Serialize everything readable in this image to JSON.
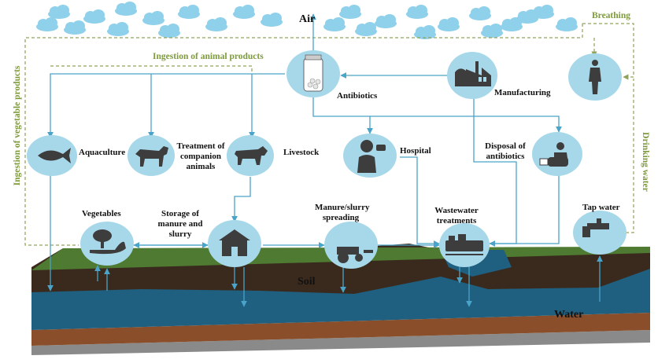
{
  "nodes": {
    "air": "Air",
    "antibiotics": "Antibiotics",
    "manufacturing": "Manufacturing",
    "aquaculture": "Aquaculture",
    "companion": "Treatment of companion animals",
    "livestock": "Livestock",
    "hospital": "Hospital",
    "disposal": "Disposal of antibiotics",
    "vegetables": "Vegetables",
    "storage": "Storage of manure and slurry",
    "manure_spreading": "Manure/slurry spreading",
    "wastewater": "Wastewater treatments",
    "tap_water": "Tap water",
    "soil": "Soil",
    "water": "Water"
  },
  "pathways": {
    "breathing": "Breathing",
    "ingestion_animal": "Ingestion of animal products",
    "ingestion_vegetable": "Ingestion of vegetable products",
    "drinking_water": "Drinking water"
  },
  "colors": {
    "circle": "#a7d8ea",
    "arrow": "#4aa3c8",
    "dashed": "#8fa35a",
    "grass": "#4f7a32",
    "soil": "#3a2a1e",
    "water": "#1f5f7f",
    "sand": "#8a4f2a",
    "rock": "#8a8a8a",
    "icon": "#3d3d3d"
  },
  "icons": [
    "cloud-icon",
    "jar-icon",
    "factory-icon",
    "human-icon",
    "fish-icon",
    "dog-icon",
    "cow-icon",
    "doctor-icon",
    "disposal-icon",
    "tree-icon",
    "house-icon",
    "tractor-icon",
    "treatment-plant-icon",
    "faucet-icon"
  ]
}
